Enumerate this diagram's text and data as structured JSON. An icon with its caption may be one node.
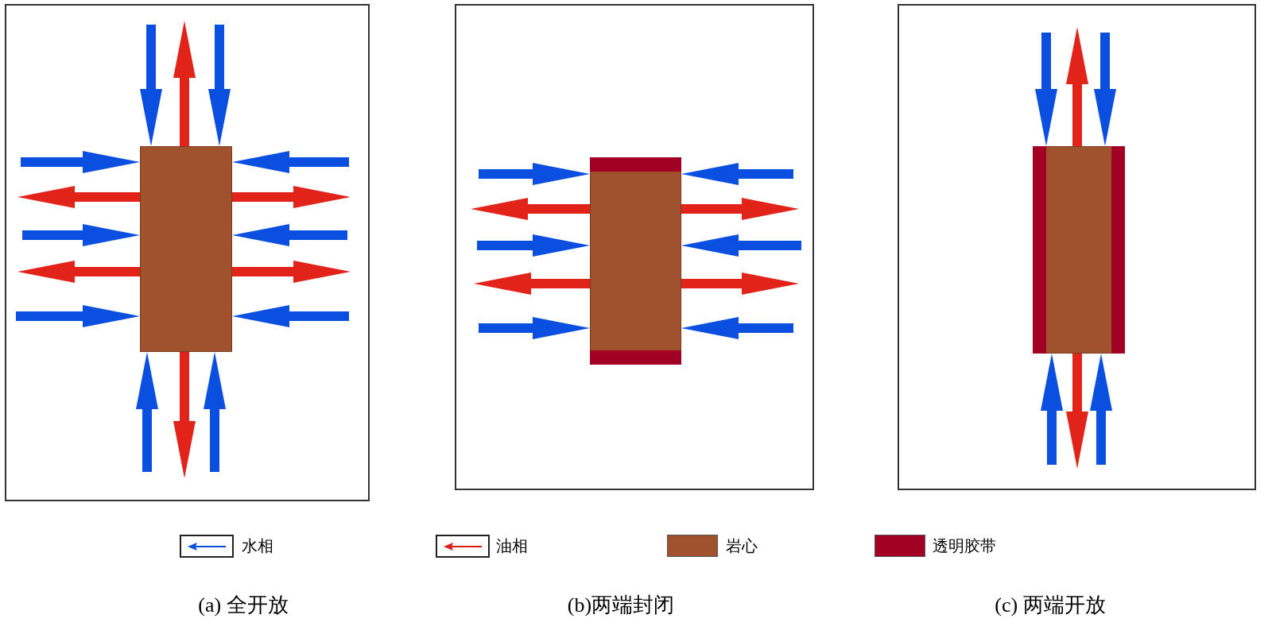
{
  "diagram": {
    "nodes": [
      {
        "text": [],
        "shape": "box"
      },
      {
        "text": [],
        "shape": "box",
        "in": 0
      },
      {
        "text": [],
        "shape": "box"
      },
      {
        "text": [],
        "shape": "box",
        "in": 2
      },
      {
        "text": [],
        "shape": "box"
      },
      {
        "text": [],
        "shape": "box",
        "in": 4
      }
    ],
    "edges": [
      {
        "from": null,
        "to": 1,
        "arrow": "to"
      },
      {
        "from": 1,
        "to": null,
        "arrow": "to",
        "color": "#e2231a"
      },
      {
        "from": null,
        "to": 1,
        "arrow": "to"
      },
      {
        "from": null,
        "to": 1,
        "arrow": "to"
      },
      {
        "from": 1,
        "to": null,
        "arrow": "to",
        "color": "#e2231a"
      },
      {
        "from": null,
        "to": 1,
        "arrow": "to"
      },
      {
        "from": null,
        "to": 1,
        "arrow": "to"
      },
      {
        "from": 1,
        "to": null,
        "arrow": "to",
        "color": "#e2231a"
      },
      {
        "from": null,
        "to": 1,
        "arrow": "to"
      },
      {
        "from": 1,
        "to": null,
        "arrow": "to",
        "color": "#e2231a"
      },
      {
        "from": null,
        "to": 1,
        "arrow": "to"
      },
      {
        "from": null,
        "to": 1,
        "arrow": "to"
      },
      {
        "from": 1,
        "to": null,
        "arrow": "to",
        "color": "#e2231a"
      },
      {
        "from": null,
        "to": 1,
        "arrow": "to"
      },
      {
        "from": 1,
        "to": null,
        "arrow": "to",
        "color": "#e2231a"
      },
      {
        "from": null,
        "to": 1,
        "arrow": "to"
      },
      {
        "from": null,
        "to": 3,
        "arrow": "to"
      },
      {
        "from": 3,
        "to": null,
        "arrow": "to",
        "color": "#e2231a"
      },
      {
        "from": null,
        "to": 3,
        "arrow": "to"
      },
      {
        "from": 3,
        "to": null,
        "arrow": "to",
        "color": "#e2231a"
      },
      {
        "from": null,
        "to": 3,
        "arrow": "to"
      },
      {
        "from": null,
        "to": 3,
        "arrow": "to"
      },
      {
        "from": 3,
        "to": null,
        "arrow": "to",
        "color": "#e2231a"
      },
      {
        "from": null,
        "to": 3,
        "arrow": "to"
      },
      {
        "from": 3,
        "to": null,
        "arrow": "to",
        "color": "#e2231a"
      },
      {
        "from": null,
        "to": 3,
        "arrow": "to"
      },
      {
        "from": null,
        "to": 5,
        "arrow": "to"
      },
      {
        "from": 5,
        "to": null,
        "arrow": "to",
        "color": "#e2231a"
      },
      {
        "from": null,
        "to": 5,
        "arrow": "to"
      },
      {
        "from": null,
        "to": 5,
        "arrow": "to"
      },
      {
        "from": 5,
        "to": null,
        "arrow": "to",
        "color": "#e2231a"
      },
      {
        "from": null,
        "to": 5,
        "arrow": "to"
      }
    ],
    "labels": [
      "(a) 全开放",
      "(b)两端封闭",
      "(c) 两端开放"
    ],
    "legend": [
      {
        "text": "水相"
      },
      {
        "text": "油相"
      },
      {
        "text": "岩心",
        "color": "#a0522d"
      },
      {
        "text": "透明胶带",
        "color": "#a30026"
      }
    ]
  }
}
